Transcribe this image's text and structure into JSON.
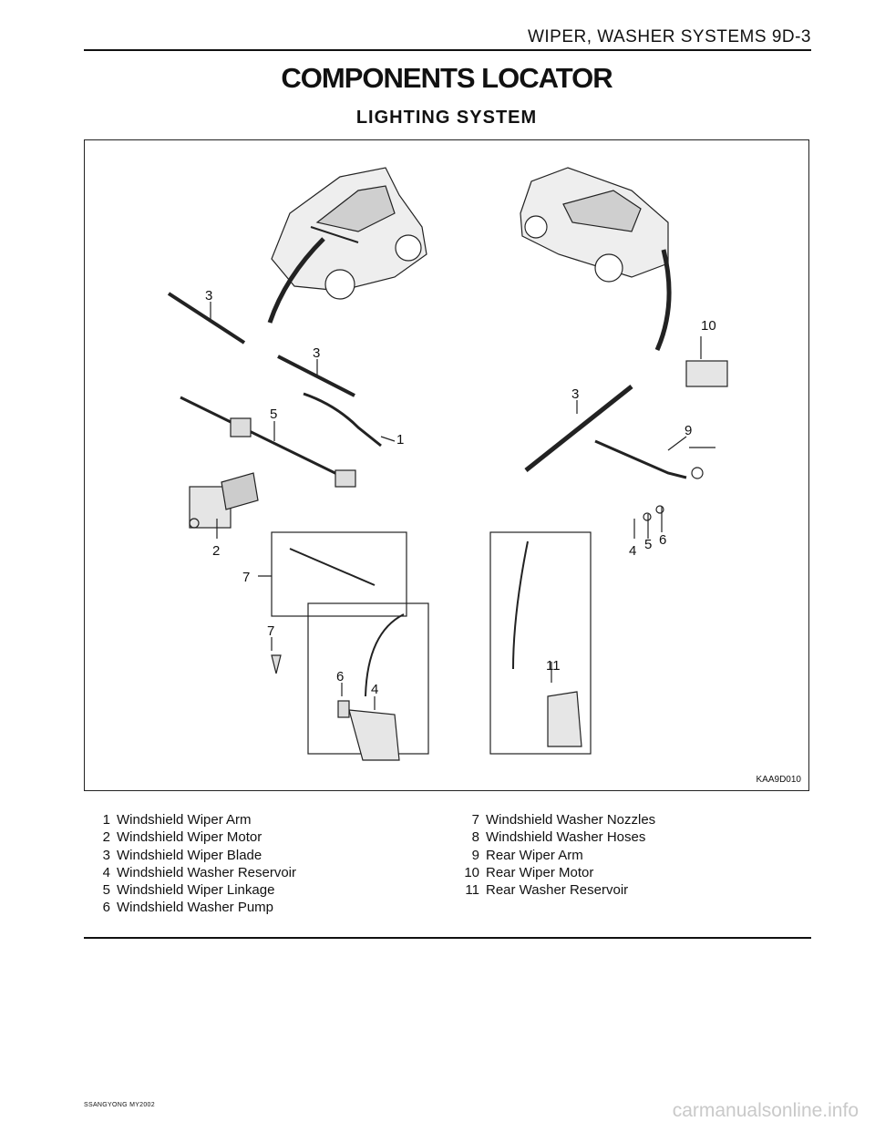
{
  "header": {
    "title": "WIPER, WASHER SYSTEMS  9D-3"
  },
  "main_title": "COMPONENTS LOCATOR",
  "sub_title": "LIGHTING  SYSTEM",
  "figure": {
    "code": "KAA9D010",
    "callouts": [
      "3",
      "3",
      "5",
      "1",
      "2",
      "7",
      "7",
      "6",
      "4",
      "11",
      "10",
      "3",
      "9",
      "4",
      "5",
      "6"
    ]
  },
  "legend_left": [
    {
      "num": "1",
      "label": "Windshield Wiper Arm"
    },
    {
      "num": "2",
      "label": "Windshield Wiper Motor"
    },
    {
      "num": "3",
      "label": "Windshield Wiper Blade"
    },
    {
      "num": "4",
      "label": "Windshield Washer Reservoir"
    },
    {
      "num": "5",
      "label": "Windshield Wiper Linkage"
    },
    {
      "num": "6",
      "label": "Windshield Washer Pump"
    }
  ],
  "legend_right": [
    {
      "num": "7",
      "label": "Windshield Washer Nozzles"
    },
    {
      "num": "8",
      "label": "Windshield Washer Hoses"
    },
    {
      "num": "9",
      "label": "Rear Wiper Arm"
    },
    {
      "num": "10",
      "label": "Rear Wiper Motor"
    },
    {
      "num": "11",
      "label": "Rear Washer Reservoir"
    }
  ],
  "footer": {
    "left": "SSANGYONG  MY2002",
    "watermark": "carmanualsonline.info"
  }
}
